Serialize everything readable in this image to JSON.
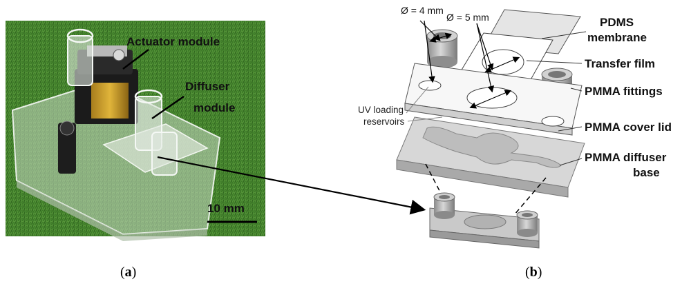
{
  "panel_a": {
    "labels": {
      "actuator_module": "Actuator module",
      "diffuser_line1": "Diffuser",
      "diffuser_line2": "module",
      "scale_bar": "10 mm"
    },
    "caption_letter": "a"
  },
  "panel_b": {
    "labels": {
      "dia4": "Ø = 4 mm",
      "dia5": "Ø = 5 mm",
      "pdms_line1": "PDMS",
      "pdms_line2": "membrane",
      "transfer_film": "Transfer film",
      "pmma_fittings": "PMMA fittings",
      "uv_line1": "UV loading",
      "uv_line2": "reservoirs",
      "cover_lid": "PMMA cover lid",
      "diffuser_base_line1": "PMMA diffuser",
      "diffuser_base_line2": "base"
    },
    "caption_letter": "b"
  },
  "colors": {
    "grass": "#3f7d2a",
    "part_gray": "#d4d4d4",
    "part_dark": "#9e9e9e",
    "ink": "#111111"
  }
}
